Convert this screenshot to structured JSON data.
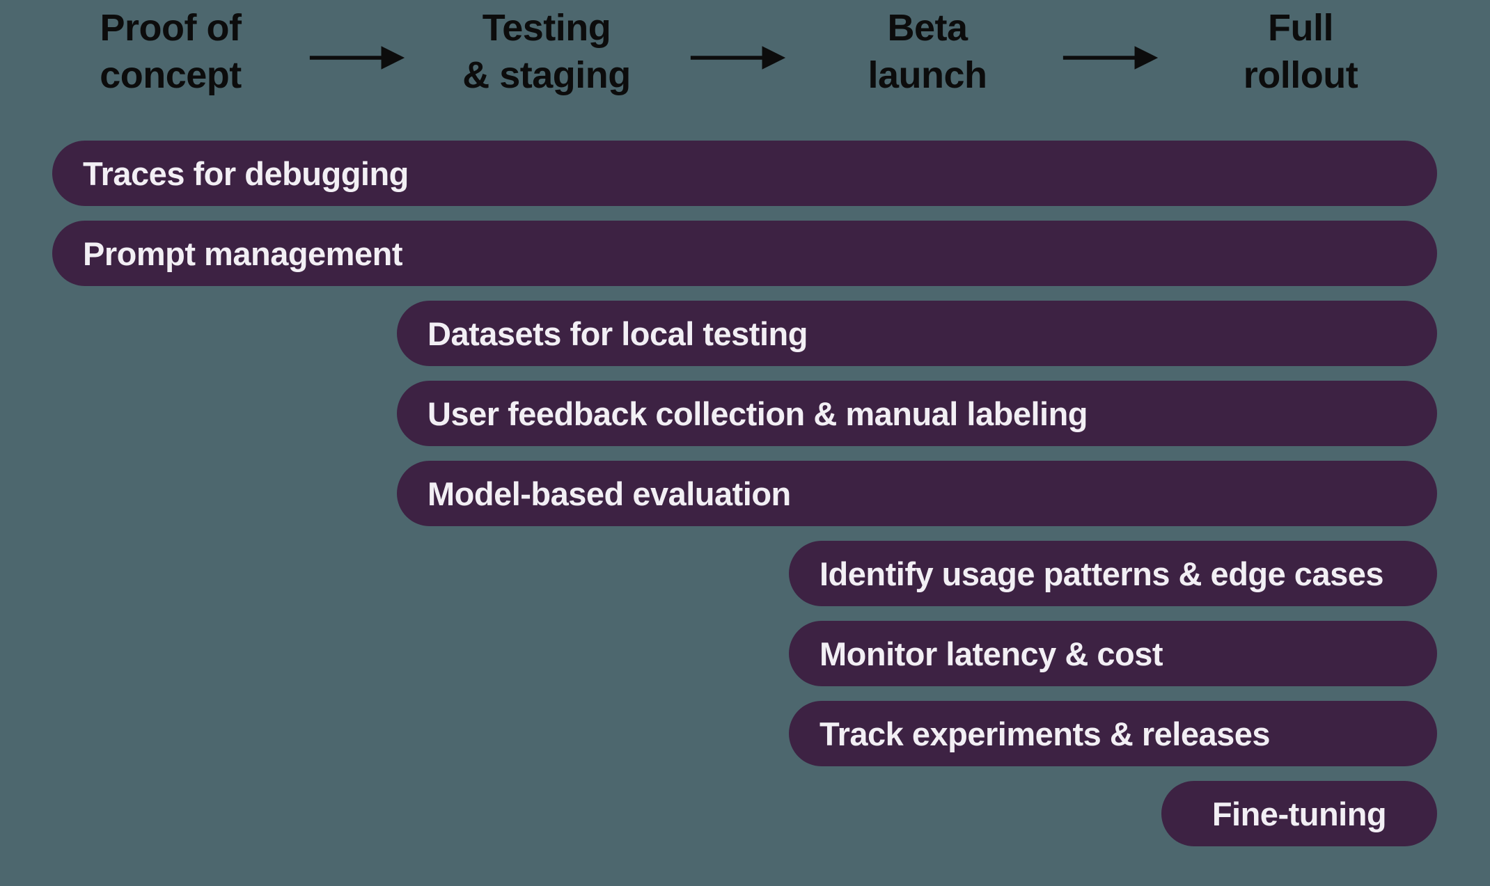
{
  "colors": {
    "background": "#4D676E",
    "bar_fill": "#3D2243",
    "bar_text": "#F2EFF4",
    "header_text": "#0C0C0C"
  },
  "phases": [
    {
      "id": "proof-of-concept",
      "line1": "Proof of",
      "line2": "concept"
    },
    {
      "id": "testing-staging",
      "line1": "Testing",
      "line2": "& staging"
    },
    {
      "id": "beta-launch",
      "line1": "Beta",
      "line2": "launch"
    },
    {
      "id": "full-rollout",
      "line1": "Full",
      "line2": "rollout"
    }
  ],
  "tasks": [
    {
      "label": "Traces for debugging",
      "start_phase": "Proof of concept"
    },
    {
      "label": "Prompt management",
      "start_phase": "Proof of concept"
    },
    {
      "label": "Datasets for local testing",
      "start_phase": "Testing & staging"
    },
    {
      "label": "User feedback collection & manual labeling",
      "start_phase": "Testing & staging"
    },
    {
      "label": "Model-based evaluation",
      "start_phase": "Testing & staging"
    },
    {
      "label": "Identify usage patterns & edge cases",
      "start_phase": "Beta launch"
    },
    {
      "label": "Monitor latency & cost",
      "start_phase": "Beta launch"
    },
    {
      "label": "Track experiments & releases",
      "start_phase": "Beta launch"
    },
    {
      "label": "Fine-tuning",
      "start_phase": "Full rollout"
    }
  ]
}
